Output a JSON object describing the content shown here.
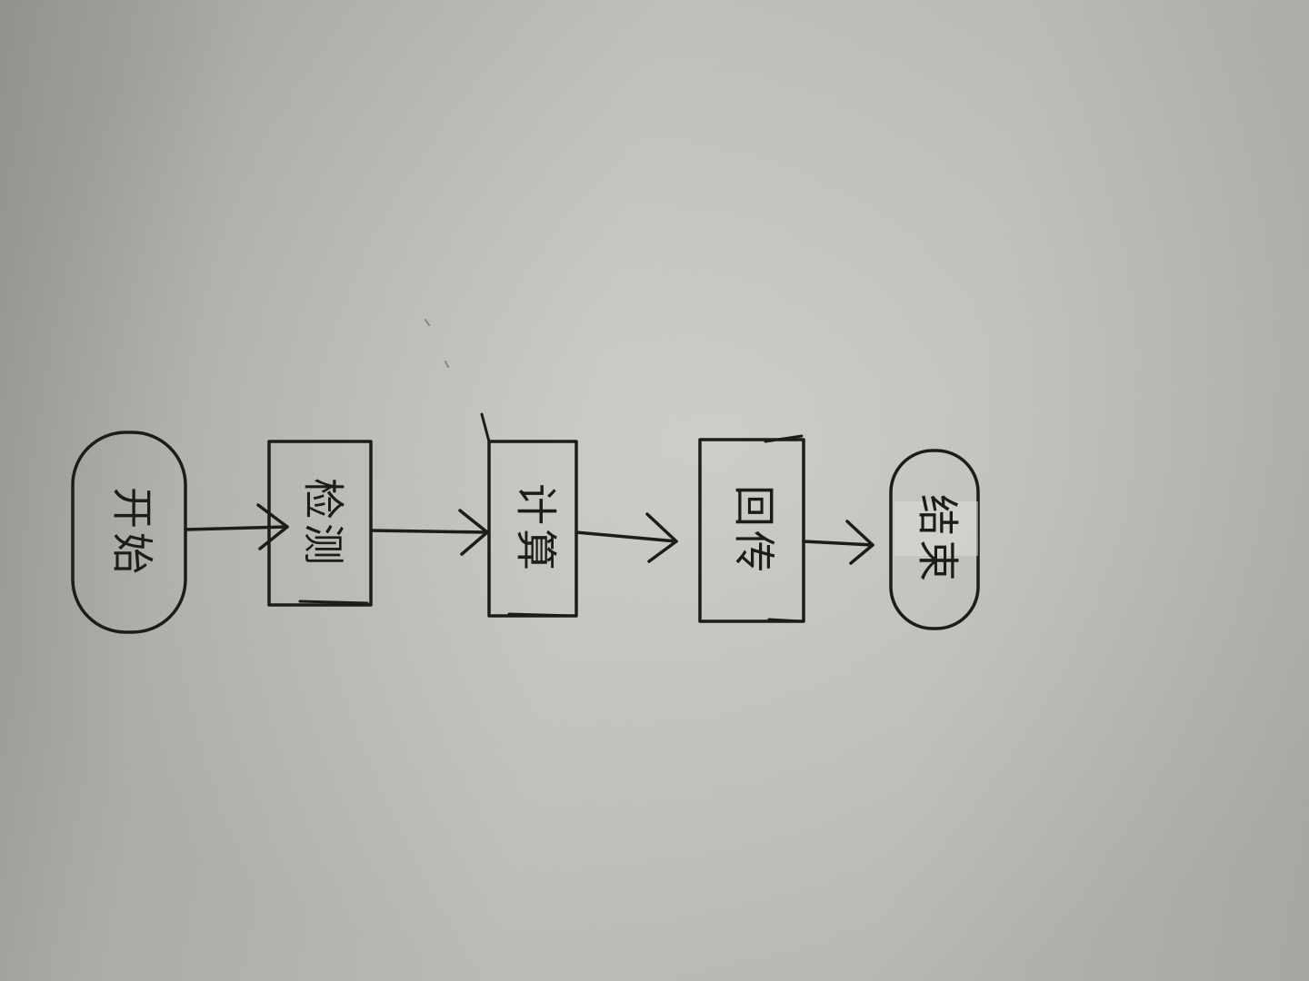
{
  "flowchart": {
    "orientation": "rotated-90-clockwise",
    "nodes": [
      {
        "id": "start",
        "shape": "terminal",
        "label": "开始"
      },
      {
        "id": "step1",
        "shape": "process",
        "label": "检测"
      },
      {
        "id": "step2",
        "shape": "process",
        "label": "计算"
      },
      {
        "id": "step3",
        "shape": "process",
        "label": "回传"
      },
      {
        "id": "end",
        "shape": "terminal",
        "label": "结束"
      }
    ],
    "edges": [
      {
        "from": "start",
        "to": "step1"
      },
      {
        "from": "step1",
        "to": "step2"
      },
      {
        "from": "step2",
        "to": "step3"
      },
      {
        "from": "step3",
        "to": "end"
      }
    ]
  },
  "colors": {
    "ink": "#1d1c1b",
    "paper": "#c3c2be"
  }
}
